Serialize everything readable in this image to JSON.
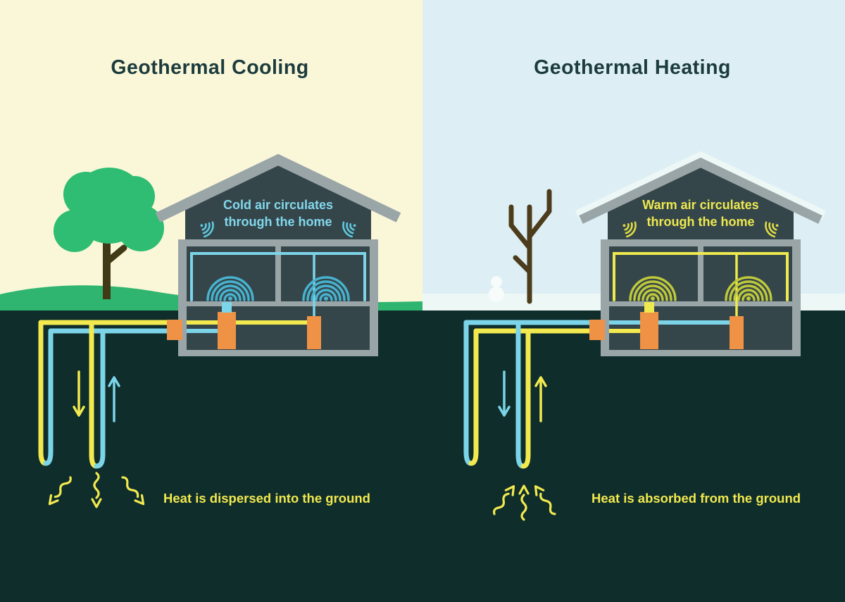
{
  "left": {
    "title": "Geothermal Cooling",
    "house_label_line1": "Cold air circulates",
    "house_label_line2": "through the home",
    "ground_label": "Heat is dispersed into the ground",
    "pipes": {
      "down_color": "#F2E94F",
      "up_color": "#7CD4E8"
    }
  },
  "right": {
    "title": "Geothermal Heating",
    "house_label_line1": "Warm air circulates",
    "house_label_line2": "through the home",
    "ground_label": "Heat is absorbed from the ground",
    "pipes": {
      "down_color": "#7CD4E8",
      "up_color": "#F2E94F"
    }
  },
  "palette": {
    "summer_sky": "#FAF7D9",
    "winter_sky": "#DDEFF5",
    "ground": "#0E2D2B",
    "grass": "#2FB56F",
    "snow": "#ECF7F6",
    "house_gray": "#9AA5A8",
    "house_interior": "#35464B",
    "pipe_cold": "#7CD4E8",
    "pipe_warm": "#F2E94F",
    "pump_orange": "#EF9245",
    "tree_green": "#2EBD72",
    "title_text": "#1C3B3D"
  },
  "icons": {
    "airflow_waves": "wifi-style concentric quarter arcs",
    "vent_waves": "concentric semicircle arcs",
    "flow_arrow": "straight pipe-flow arrow",
    "heat_wave_arrow": "squiggly heat arrow"
  }
}
